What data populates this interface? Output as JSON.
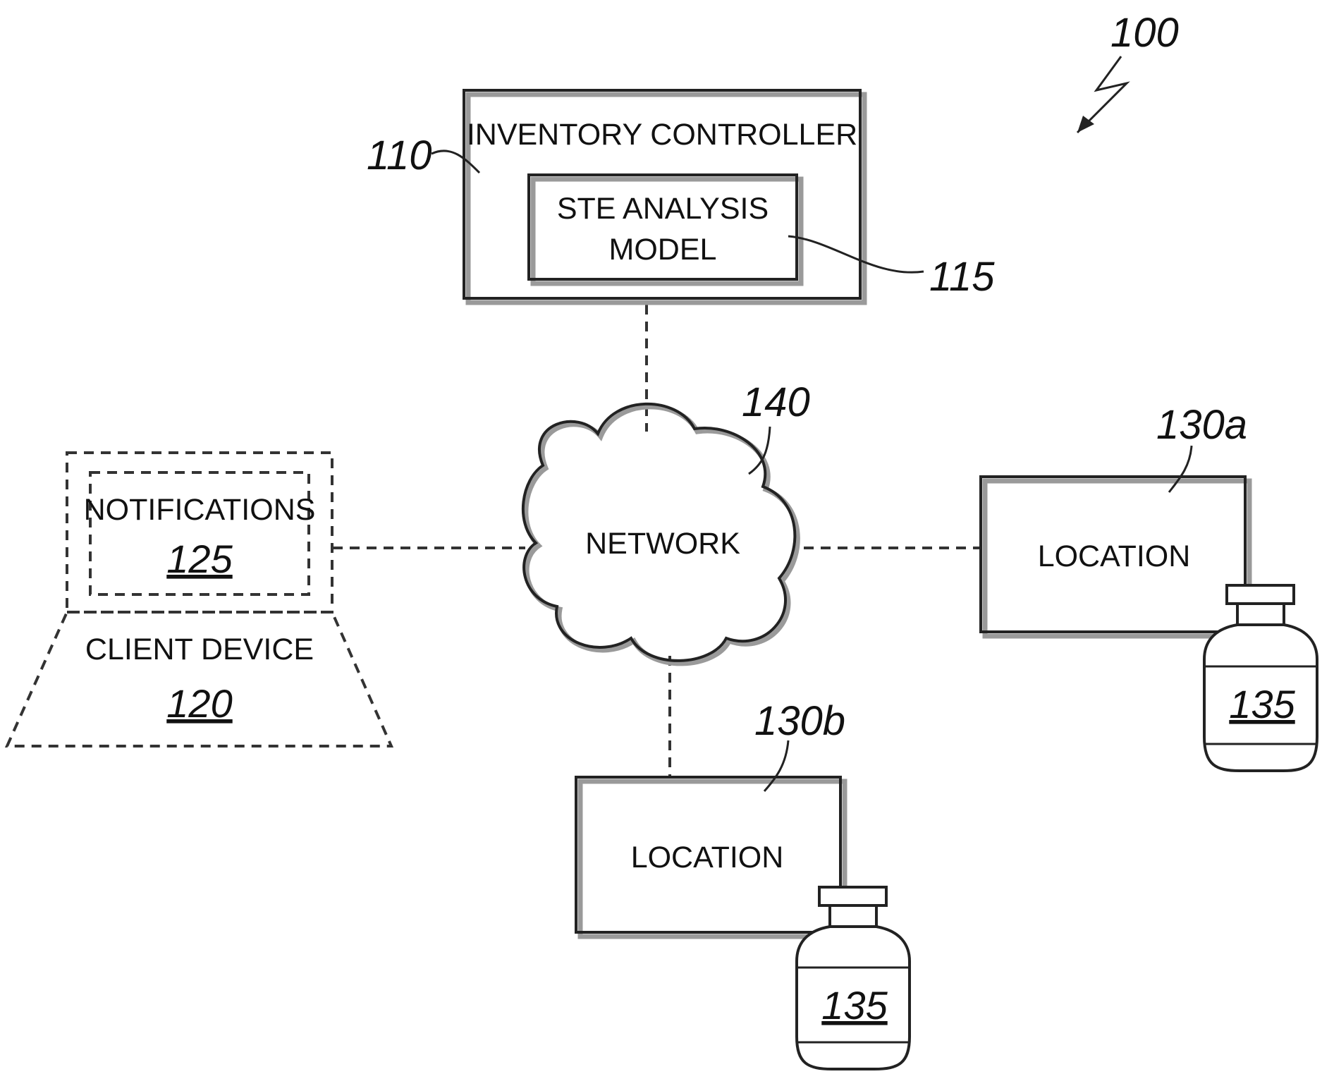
{
  "figure_ref": "100",
  "inventory_controller": {
    "label": "INVENTORY CONTROLLER",
    "ref": "110"
  },
  "ste_model": {
    "label_line1": "STE ANALYSIS",
    "label_line2": "MODEL",
    "ref": "115"
  },
  "network": {
    "label": "NETWORK",
    "ref": "140"
  },
  "client_device": {
    "label": "CLIENT DEVICE",
    "ref": "120"
  },
  "notifications": {
    "label": "NOTIFICATIONS",
    "ref": "125"
  },
  "location_a": {
    "label": "LOCATION",
    "ref": "130a",
    "container_ref": "135"
  },
  "location_b": {
    "label": "LOCATION",
    "ref": "130b",
    "container_ref": "135"
  }
}
